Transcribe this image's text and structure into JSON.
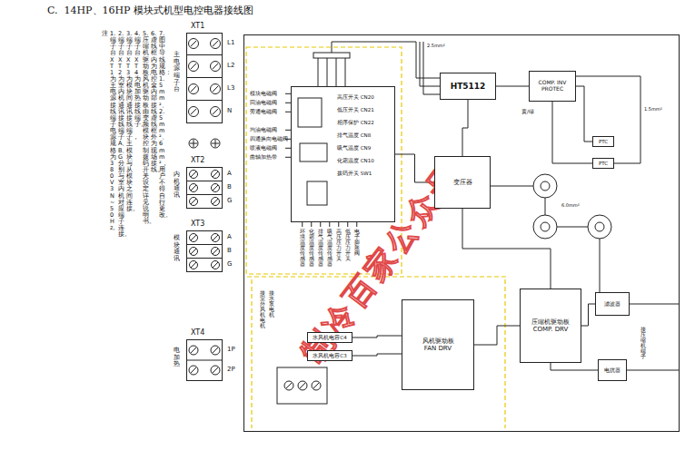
{
  "diagram": {
    "title": "C.  14HP、16HP 模块式机型电控电器接线图",
    "nodes": [
      {
        "text": [
          "XT1",
          "主电源端子台"
        ]
      },
      {
        "text": [
          "XT2",
          "内机通讯"
        ]
      },
      {
        "text": [
          "XT3",
          "模块通讯"
        ]
      },
      {
        "text": [
          "XT4",
          "电加热"
        ]
      },
      {
        "text": [
          "高压开关 CN20",
          "低压开关 CN21",
          "相序保护 CN22",
          "排气温度 CN8",
          "吸气温度 CN9",
          "化霜温度 CN10",
          "拨码开关 SW1"
        ]
      },
      {
        "text": [
          "HT5112"
        ]
      },
      {
        "text": [
          "变压器"
        ]
      },
      {
        "text": [
          "COMP. INV",
          "PROTEC"
        ]
      },
      {
        "text": [
          "PTC"
        ]
      },
      {
        "text": [
          "PTC"
        ]
      },
      {
        "text": [
          "风机驱动板",
          "FAN DRV"
        ]
      },
      {
        "text": [
          "压缩机驱动板",
          "COMP. DRV"
        ]
      },
      {
        "text": [
          "滤波器"
        ]
      },
      {
        "text": [
          "电抗器"
        ]
      },
      {
        "text": [
          "水风机电容C4"
        ]
      },
      {
        "text": [
          "水风机电容C3"
        ]
      }
    ],
    "edges": [
      {
        "from": 5,
        "to": 7,
        "arrow": "none"
      },
      {
        "from": 6,
        "to": 4,
        "arrow": "none"
      },
      {
        "from": 5,
        "to": 6,
        "arrow": "none"
      },
      {
        "from": 10,
        "to": 11,
        "arrow": "none"
      },
      {
        "from": 11,
        "to": 12,
        "arrow": "none"
      },
      {
        "from": 11,
        "to": 13,
        "arrow": "none"
      },
      {
        "from": 14,
        "to": 10,
        "arrow": "none"
      },
      {
        "from": 15,
        "to": 10,
        "arrow": "none"
      },
      {
        "from": 7,
        "to": 8,
        "arrow": "none"
      },
      {
        "from": 7,
        "to": 9,
        "arrow": "none"
      },
      {
        "from": 6,
        "to": 11,
        "arrow": "none"
      }
    ],
    "labels": [
      "注：",
      "1. 端子台XT1为主电源接线端子，电源规格为380V 3N~ 50Hz。",
      "2. 端子台XT2为室内机通讯接线端子，A、B、G分别与室内机对应端子连接。",
      "3. 端子台XT3为模块间通讯接线端子，主模块与从模块之间连接。",
      "4. 端子台XT4为电加热接线端子。",
      "5. 压缩机驱动板、风机驱动板由变频模块控制，拨码开关设定详见说明书。",
      "6. 虚线框内为电控盒内部接线，虚线框外为现场接线。",
      "7. 图中导线规格：1.5mm²、2.5mm²、6mm²，用户不得自行更改。",
      "L1",
      "L2",
      "L3",
      "N",
      "A",
      "B",
      "G",
      "A",
      "B",
      "G",
      "1P",
      "2P",
      "模块电磁阀",
      "回油电磁阀",
      "旁通电磁阀",
      "均油电磁阀",
      "四通换向电磁阀",
      "喷液电磁阀",
      "曲轴加热带",
      "环境温度传感器",
      "化霜温度传感器",
      "排气温度传感器",
      "吸气温度传感器",
      "高压压力开关",
      "低压压力开关",
      "电子膨胀阀",
      "2.5mm²",
      "黄/绿",
      "6.0mm²",
      "1.5mm²",
      "接室外风机电机",
      "接水泵电机",
      "接压缩机端子",
      "制冷百家公众号"
    ]
  }
}
